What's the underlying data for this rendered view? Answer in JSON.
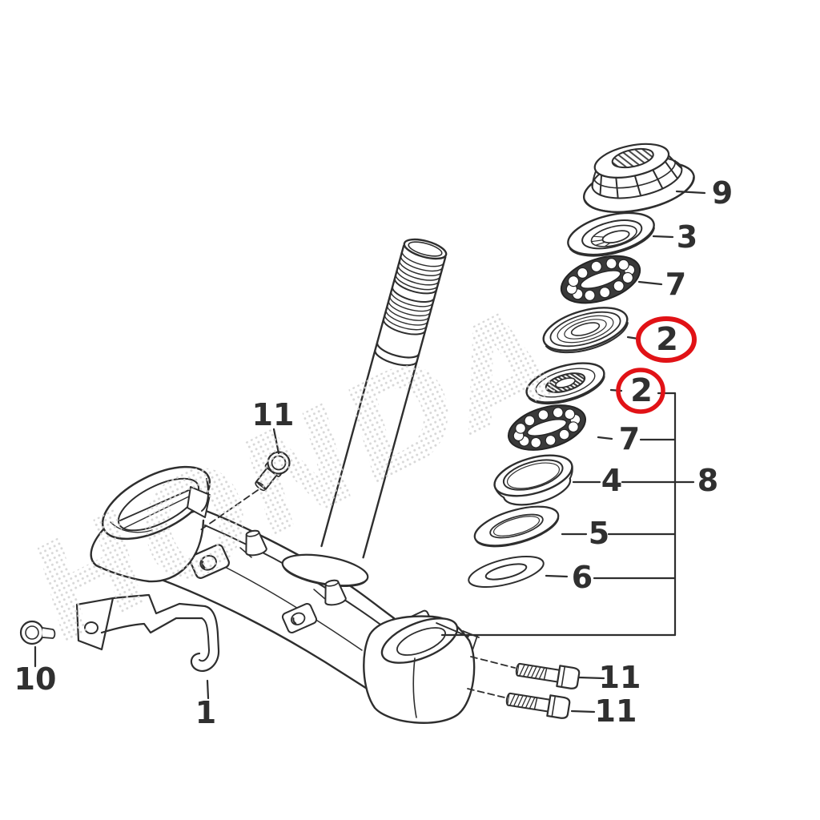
{
  "diagram": {
    "background": "#ffffff",
    "colors": {
      "line": "#2e2e2e",
      "label": "#303030",
      "highlight": "#e11216",
      "watermark": "#d4d4d4"
    },
    "watermark_text": "HONDA",
    "callouts": [
      {
        "label": "9",
        "circled": false
      },
      {
        "label": "3",
        "circled": false
      },
      {
        "label": "7",
        "circled": false
      },
      {
        "label": "2",
        "circled": true
      },
      {
        "label": "2",
        "circled": true
      },
      {
        "label": "7",
        "circled": false
      },
      {
        "label": "4",
        "circled": false
      },
      {
        "label": "8",
        "circled": false
      },
      {
        "label": "5",
        "circled": false
      },
      {
        "label": "6",
        "circled": false
      },
      {
        "label": "11",
        "circled": false
      },
      {
        "label": "10",
        "circled": false
      },
      {
        "label": "1",
        "circled": false
      },
      {
        "label": "11",
        "circled": false
      },
      {
        "label": "11",
        "circled": false
      }
    ]
  }
}
